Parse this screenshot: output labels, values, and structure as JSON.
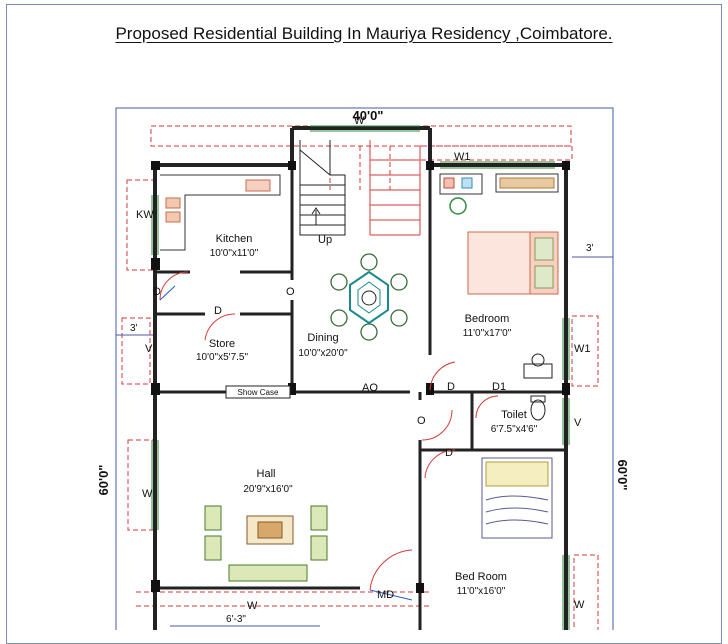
{
  "title": "Proposed Residential Building In Mauriya Residency ,Coimbatore.",
  "dims": {
    "top": "40'0\"",
    "left": "60'0\"",
    "right": "60'0\"",
    "setback_left": "3'",
    "setback_right": "3'",
    "bottom_partial": "6'-3\""
  },
  "rooms": {
    "kitchen": {
      "name": "Kitchen",
      "size": "10'0\"x11'0\""
    },
    "store": {
      "name": "Store",
      "size": "10'0\"x5'7.5\""
    },
    "dining": {
      "name": "Dining",
      "size": "10'0\"x20'0\""
    },
    "bedroom": {
      "name": "Bedroom",
      "size": "11'0\"x17'0\""
    },
    "toilet": {
      "name": "Toilet",
      "size": "6'7.5\"x4'6\""
    },
    "hall": {
      "name": "Hall",
      "size": "20'9\"x16'0\""
    },
    "bedroom2": {
      "name": "Bed Room",
      "size": "11'0\"x16'0\""
    }
  },
  "labels": {
    "up": "Up",
    "show_case": "Show Case",
    "kw": "KW",
    "w_top_stair": "W",
    "w1_top": "W1",
    "w1_right": "W1",
    "d_kitchen": "D",
    "d_store": "D",
    "o_dining": "O",
    "v_store": "V",
    "ao": "AO",
    "d_bed": "D",
    "d1": "D1",
    "v_toilet": "V",
    "o_hall": "O",
    "d_bed2": "D",
    "w_hall": "W",
    "md": "MD",
    "w_bottom": "W",
    "w_bed2": "W"
  }
}
